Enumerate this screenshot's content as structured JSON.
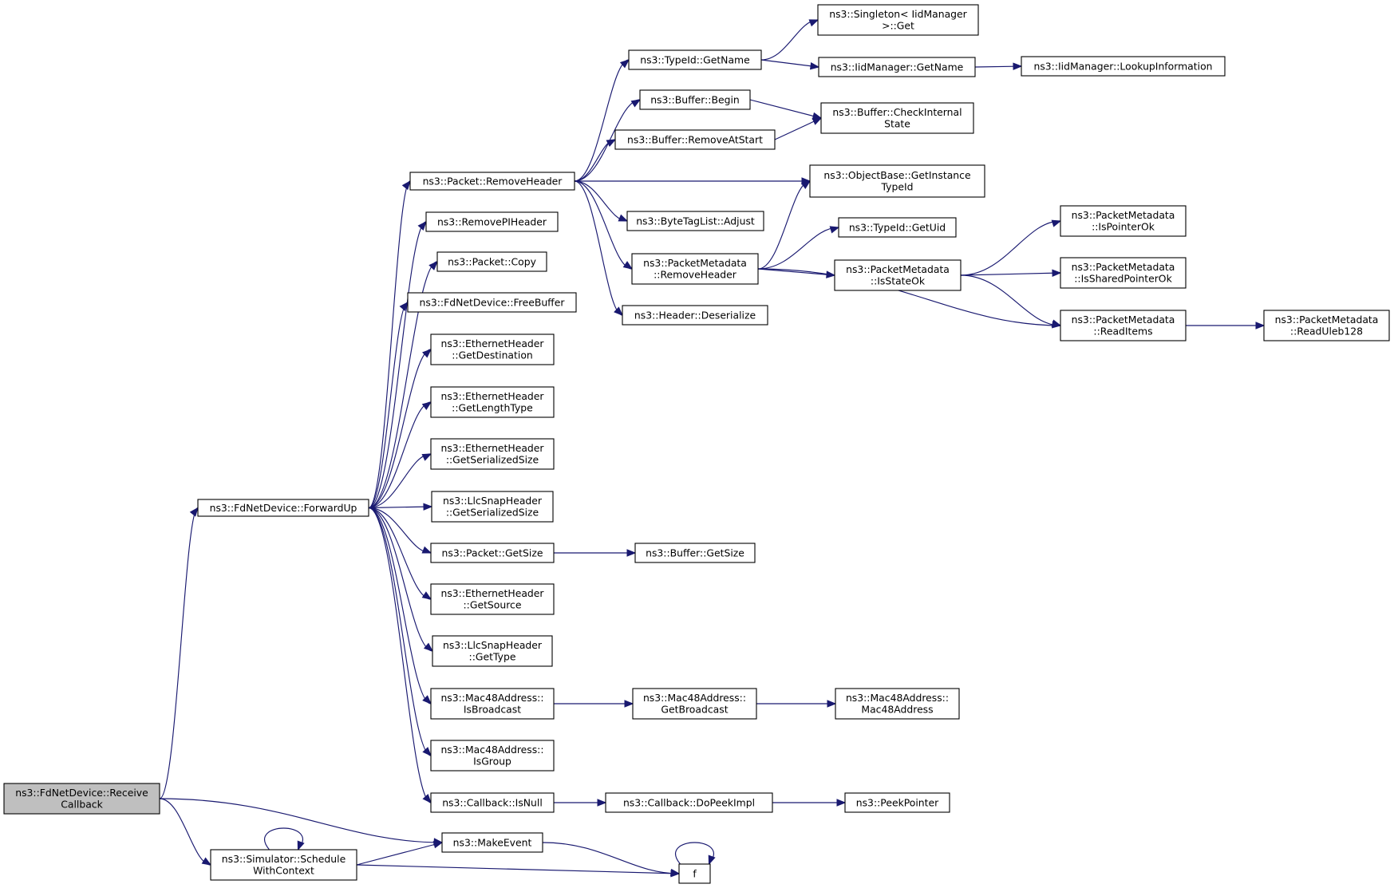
{
  "colors": {
    "edge": "#191970",
    "node_fill": "#ffffff",
    "root_fill": "#bfbfbf",
    "node_border": "#000000"
  },
  "nodes": [
    {
      "id": "receive",
      "lines": [
        "ns3::FdNetDevice::Receive",
        "Callback"
      ],
      "root": true
    },
    {
      "id": "forwardup",
      "lines": [
        "ns3::FdNetDevice::ForwardUp"
      ]
    },
    {
      "id": "schedule",
      "lines": [
        "ns3::Simulator::Schedule",
        "WithContext"
      ]
    },
    {
      "id": "makeevent",
      "lines": [
        "ns3::MakeEvent"
      ]
    },
    {
      "id": "f",
      "lines": [
        "f"
      ]
    },
    {
      "id": "pkt_removeheader",
      "lines": [
        "ns3::Packet::RemoveHeader"
      ]
    },
    {
      "id": "removepiheader",
      "lines": [
        "ns3::RemovePIHeader"
      ]
    },
    {
      "id": "pkt_copy",
      "lines": [
        "ns3::Packet::Copy"
      ]
    },
    {
      "id": "freebuffer",
      "lines": [
        "ns3::FdNetDevice::FreeBuffer"
      ]
    },
    {
      "id": "eth_getdest",
      "lines": [
        "ns3::EthernetHeader",
        "::GetDestination"
      ]
    },
    {
      "id": "eth_getlen",
      "lines": [
        "ns3::EthernetHeader",
        "::GetLengthType"
      ]
    },
    {
      "id": "eth_getser",
      "lines": [
        "ns3::EthernetHeader",
        "::GetSerializedSize"
      ]
    },
    {
      "id": "llc_getser",
      "lines": [
        "ns3::LlcSnapHeader",
        "::GetSerializedSize"
      ]
    },
    {
      "id": "pkt_getsize",
      "lines": [
        "ns3::Packet::GetSize"
      ]
    },
    {
      "id": "eth_getsrc",
      "lines": [
        "ns3::EthernetHeader",
        "::GetSource"
      ]
    },
    {
      "id": "llc_gettype",
      "lines": [
        "ns3::LlcSnapHeader",
        "::GetType"
      ]
    },
    {
      "id": "mac_isbroadcast",
      "lines": [
        "ns3::Mac48Address::",
        "IsBroadcast"
      ]
    },
    {
      "id": "mac_isgroup",
      "lines": [
        "ns3::Mac48Address::",
        "IsGroup"
      ]
    },
    {
      "id": "cb_isnull",
      "lines": [
        "ns3::Callback::IsNull"
      ]
    },
    {
      "id": "typeid_getname",
      "lines": [
        "ns3::TypeId::GetName"
      ]
    },
    {
      "id": "buf_begin",
      "lines": [
        "ns3::Buffer::Begin"
      ]
    },
    {
      "id": "buf_removeatstart",
      "lines": [
        "ns3::Buffer::RemoveAtStart"
      ]
    },
    {
      "id": "bytetag_adjust",
      "lines": [
        "ns3::ByteTagList::Adjust"
      ]
    },
    {
      "id": "pm_removeheader",
      "lines": [
        "ns3::PacketMetadata",
        "::RemoveHeader"
      ]
    },
    {
      "id": "hdr_deserialize",
      "lines": [
        "ns3::Header::Deserialize"
      ]
    },
    {
      "id": "buf_getsize",
      "lines": [
        "ns3::Buffer::GetSize"
      ]
    },
    {
      "id": "mac_getbroadcast",
      "lines": [
        "ns3::Mac48Address::",
        "GetBroadcast"
      ]
    },
    {
      "id": "cb_dopeekimpl",
      "lines": [
        "ns3::Callback::DoPeekImpl"
      ]
    },
    {
      "id": "singleton_get",
      "lines": [
        "ns3::Singleton< IidManager",
        ">::Get"
      ]
    },
    {
      "id": "iid_getname",
      "lines": [
        "ns3::IidManager::GetName"
      ]
    },
    {
      "id": "buf_checkinternal",
      "lines": [
        "ns3::Buffer::CheckInternal",
        "State"
      ]
    },
    {
      "id": "ob_getinstance",
      "lines": [
        "ns3::ObjectBase::GetInstance",
        "TypeId"
      ]
    },
    {
      "id": "typeid_getuid",
      "lines": [
        "ns3::TypeId::GetUid"
      ]
    },
    {
      "id": "pm_isstateok",
      "lines": [
        "ns3::PacketMetadata",
        "::IsStateOk"
      ]
    },
    {
      "id": "mac_ctor",
      "lines": [
        "ns3::Mac48Address::",
        "Mac48Address"
      ]
    },
    {
      "id": "peekpointer",
      "lines": [
        "ns3::PeekPointer"
      ]
    },
    {
      "id": "iid_lookup",
      "lines": [
        "ns3::IidManager::LookupInformation"
      ]
    },
    {
      "id": "pm_ispointerok",
      "lines": [
        "ns3::PacketMetadata",
        "::IsPointerOk"
      ]
    },
    {
      "id": "pm_issharedpointerok",
      "lines": [
        "ns3::PacketMetadata",
        "::IsSharedPointerOk"
      ]
    },
    {
      "id": "pm_readitems",
      "lines": [
        "ns3::PacketMetadata",
        "::ReadItems"
      ]
    },
    {
      "id": "pm_readuleb",
      "lines": [
        "ns3::PacketMetadata",
        "::ReadUleb128"
      ]
    }
  ],
  "edges": [
    [
      "receive",
      "forwardup"
    ],
    [
      "receive",
      "schedule"
    ],
    [
      "receive",
      "makeevent"
    ],
    [
      "schedule",
      "schedule"
    ],
    [
      "schedule",
      "makeevent"
    ],
    [
      "schedule",
      "f"
    ],
    [
      "makeevent",
      "f"
    ],
    [
      "f",
      "f"
    ],
    [
      "forwardup",
      "pkt_removeheader"
    ],
    [
      "forwardup",
      "removepiheader"
    ],
    [
      "forwardup",
      "pkt_copy"
    ],
    [
      "forwardup",
      "freebuffer"
    ],
    [
      "forwardup",
      "eth_getdest"
    ],
    [
      "forwardup",
      "eth_getlen"
    ],
    [
      "forwardup",
      "eth_getser"
    ],
    [
      "forwardup",
      "llc_getser"
    ],
    [
      "forwardup",
      "pkt_getsize"
    ],
    [
      "forwardup",
      "eth_getsrc"
    ],
    [
      "forwardup",
      "llc_gettype"
    ],
    [
      "forwardup",
      "mac_isbroadcast"
    ],
    [
      "forwardup",
      "mac_isgroup"
    ],
    [
      "forwardup",
      "cb_isnull"
    ],
    [
      "pkt_removeheader",
      "typeid_getname"
    ],
    [
      "pkt_removeheader",
      "buf_begin"
    ],
    [
      "pkt_removeheader",
      "buf_removeatstart"
    ],
    [
      "pkt_removeheader",
      "ob_getinstance"
    ],
    [
      "pkt_removeheader",
      "bytetag_adjust"
    ],
    [
      "pkt_removeheader",
      "pm_removeheader"
    ],
    [
      "pkt_removeheader",
      "hdr_deserialize"
    ],
    [
      "typeid_getname",
      "singleton_get"
    ],
    [
      "typeid_getname",
      "iid_getname"
    ],
    [
      "iid_getname",
      "iid_lookup"
    ],
    [
      "buf_begin",
      "buf_checkinternal"
    ],
    [
      "buf_removeatstart",
      "buf_checkinternal"
    ],
    [
      "pm_removeheader",
      "ob_getinstance"
    ],
    [
      "pm_removeheader",
      "typeid_getuid"
    ],
    [
      "pm_removeheader",
      "pm_isstateok"
    ],
    [
      "pm_removeheader",
      "pm_readitems"
    ],
    [
      "pm_isstateok",
      "pm_ispointerok"
    ],
    [
      "pm_isstateok",
      "pm_issharedpointerok"
    ],
    [
      "pm_isstateok",
      "pm_readitems"
    ],
    [
      "pm_readitems",
      "pm_readuleb"
    ],
    [
      "pkt_getsize",
      "buf_getsize"
    ],
    [
      "mac_isbroadcast",
      "mac_getbroadcast"
    ],
    [
      "mac_getbroadcast",
      "mac_ctor"
    ],
    [
      "cb_isnull",
      "cb_dopeekimpl"
    ],
    [
      "cb_dopeekimpl",
      "peekpointer"
    ]
  ]
}
